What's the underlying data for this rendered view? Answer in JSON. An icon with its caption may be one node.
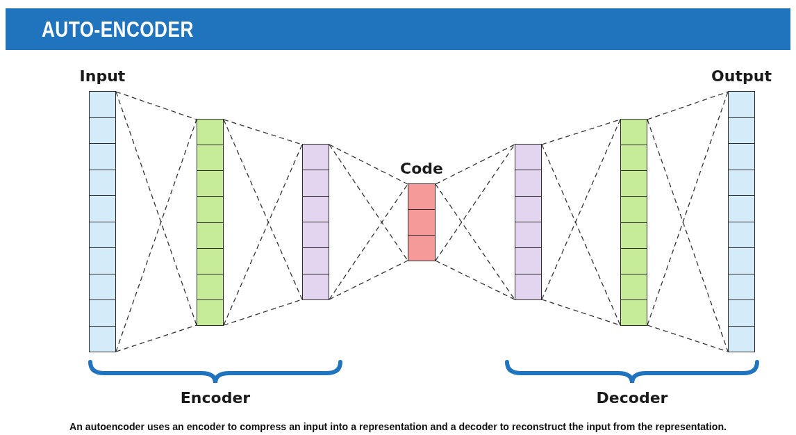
{
  "diagram": {
    "title": "AUTO-ENCODER",
    "caption": "An autoencoder uses an encoder to compress an input into a representation and a decoder to reconstruct the input from the representation.",
    "nodes": [
      {
        "text": [
          "Input"
        ]
      },
      {
        "text": [],
        "shape": "bar"
      },
      {
        "text": [],
        "shape": "bar"
      },
      {
        "text": [
          "Code"
        ]
      },
      {
        "text": [],
        "shape": "bar"
      },
      {
        "text": [],
        "shape": "bar"
      },
      {
        "text": [
          "Output"
        ]
      }
    ],
    "edges": [
      {
        "from": 0,
        "to": 1,
        "arrow": "none",
        "style": "dashed"
      },
      {
        "from": 0,
        "to": 1,
        "arrow": "none",
        "style": "dashed"
      },
      {
        "from": 0,
        "to": 1,
        "arrow": "none",
        "style": "dashed"
      },
      {
        "from": 0,
        "to": 1,
        "arrow": "none",
        "style": "dashed"
      },
      {
        "from": 1,
        "to": 2,
        "arrow": "none",
        "style": "dashed"
      },
      {
        "from": 1,
        "to": 2,
        "arrow": "none",
        "style": "dashed"
      },
      {
        "from": 1,
        "to": 2,
        "arrow": "none",
        "style": "dashed"
      },
      {
        "from": 1,
        "to": 2,
        "arrow": "none",
        "style": "dashed"
      },
      {
        "from": 2,
        "to": 3,
        "arrow": "none",
        "style": "dashed"
      },
      {
        "from": 2,
        "to": 3,
        "arrow": "none",
        "style": "dashed"
      },
      {
        "from": 2,
        "to": 3,
        "arrow": "none",
        "style": "dashed"
      },
      {
        "from": 2,
        "to": 3,
        "arrow": "none",
        "style": "dashed"
      },
      {
        "from": 3,
        "to": 4,
        "arrow": "none",
        "style": "dashed"
      },
      {
        "from": 3,
        "to": 4,
        "arrow": "none",
        "style": "dashed"
      },
      {
        "from": 3,
        "to": 4,
        "arrow": "none",
        "style": "dashed"
      },
      {
        "from": 3,
        "to": 4,
        "arrow": "none",
        "style": "dashed"
      },
      {
        "from": 4,
        "to": 5,
        "arrow": "none",
        "style": "dashed"
      },
      {
        "from": 4,
        "to": 5,
        "arrow": "none",
        "style": "dashed"
      },
      {
        "from": 4,
        "to": 5,
        "arrow": "none",
        "style": "dashed"
      },
      {
        "from": 4,
        "to": 5,
        "arrow": "none",
        "style": "dashed"
      },
      {
        "from": 5,
        "to": 6,
        "arrow": "none",
        "style": "dashed"
      },
      {
        "from": 5,
        "to": 6,
        "arrow": "none",
        "style": "dashed"
      },
      {
        "from": 5,
        "to": 6,
        "arrow": "none",
        "style": "dashed"
      },
      {
        "from": 5,
        "to": 6,
        "arrow": "none",
        "style": "dashed"
      }
    ],
    "labels": [
      "Encoder",
      "Decoder"
    ]
  }
}
